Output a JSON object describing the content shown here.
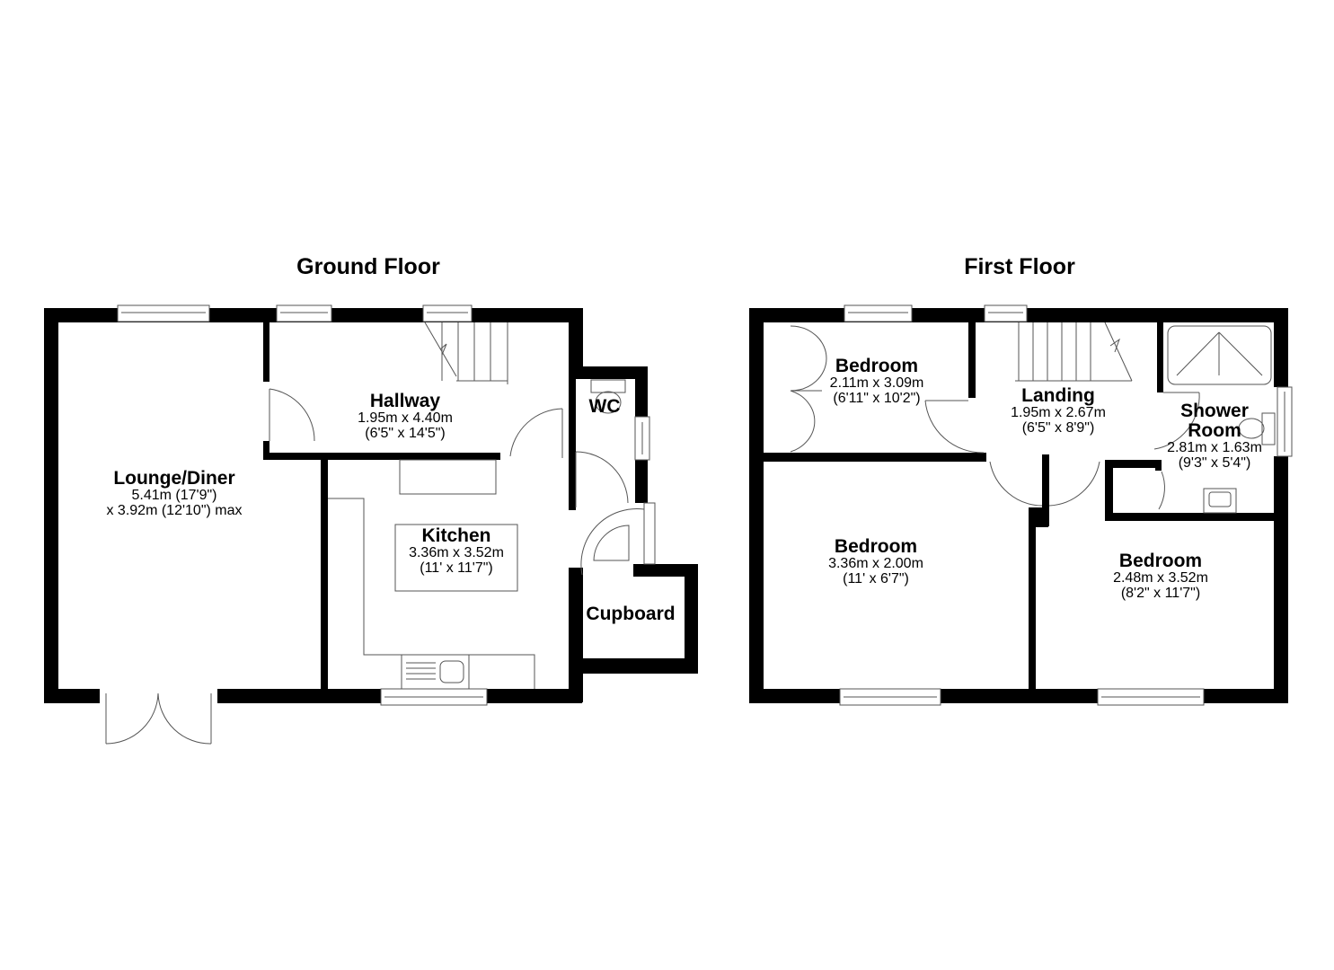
{
  "floors": [
    {
      "title": "Ground Floor",
      "rooms": [
        {
          "name": "Lounge/Diner",
          "dim1": "5.41m (17'9\")",
          "dim2": "x 3.92m (12'10\") max"
        },
        {
          "name": "Hallway",
          "dim1": "1.95m x 4.40m",
          "dim2": "(6'5\" x 14'5\")"
        },
        {
          "name": "Kitchen",
          "dim1": "3.36m x 3.52m",
          "dim2": "(11' x 11'7\")"
        },
        {
          "name": "WC"
        },
        {
          "name": "Cupboard"
        }
      ]
    },
    {
      "title": "First Floor",
      "rooms": [
        {
          "name": "Bedroom",
          "dim1": "2.11m x 3.09m",
          "dim2": "(6'11\" x 10'2\")"
        },
        {
          "name": "Landing",
          "dim1": "1.95m x 2.67m",
          "dim2": "(6'5\" x 8'9\")"
        },
        {
          "name": "Shower",
          "name2": "Room",
          "dim1": "2.81m x 1.63m",
          "dim2": "(9'3\" x 5'4\")"
        },
        {
          "name": "Bedroom",
          "dim1": "3.36m x 2.00m",
          "dim2": "(11' x 6'7\")"
        },
        {
          "name": "Bedroom",
          "dim1": "2.48m x 3.52m",
          "dim2": "(8'2\" x 11'7\")"
        }
      ]
    }
  ],
  "colors": {
    "wall": "#000000",
    "fixture_line": "#555555",
    "background": "#ffffff"
  }
}
